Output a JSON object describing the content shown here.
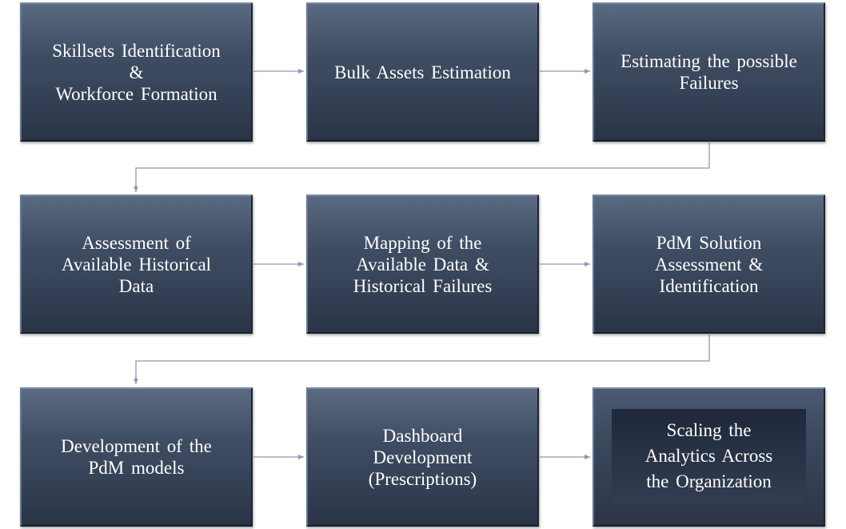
{
  "diagram": {
    "steps": [
      {
        "id": "s1",
        "label": "Skillsets Identification\n&\nWorkforce Formation"
      },
      {
        "id": "s2",
        "label": "Bulk Assets Estimation"
      },
      {
        "id": "s3",
        "label": "Estimating the possible\nFailures"
      },
      {
        "id": "s4",
        "label": "Assessment of\nAvailable Historical\nData"
      },
      {
        "id": "s5",
        "label": "Mapping of the\nAvailable Data &\nHistorical Failures"
      },
      {
        "id": "s6",
        "label": "PdM Solution\nAssessment &\nIdentification"
      },
      {
        "id": "s7",
        "label": "Development of the\nPdM models"
      },
      {
        "id": "s8",
        "label": "Dashboard\nDevelopment\n(Prescriptions)"
      },
      {
        "id": "s9",
        "label": "Scaling the\nAnalytics Across\nthe Organization"
      }
    ],
    "connections": [
      {
        "from": "s1",
        "to": "s2"
      },
      {
        "from": "s2",
        "to": "s3"
      },
      {
        "from": "s3",
        "to": "s4"
      },
      {
        "from": "s4",
        "to": "s5"
      },
      {
        "from": "s5",
        "to": "s6"
      },
      {
        "from": "s6",
        "to": "s7"
      },
      {
        "from": "s7",
        "to": "s8"
      },
      {
        "from": "s8",
        "to": "s9"
      }
    ],
    "colors": {
      "box_top": "#5a6a82",
      "box_bottom": "#2a3447",
      "connector": "#8a9bb0",
      "text": "#ffffff"
    }
  }
}
